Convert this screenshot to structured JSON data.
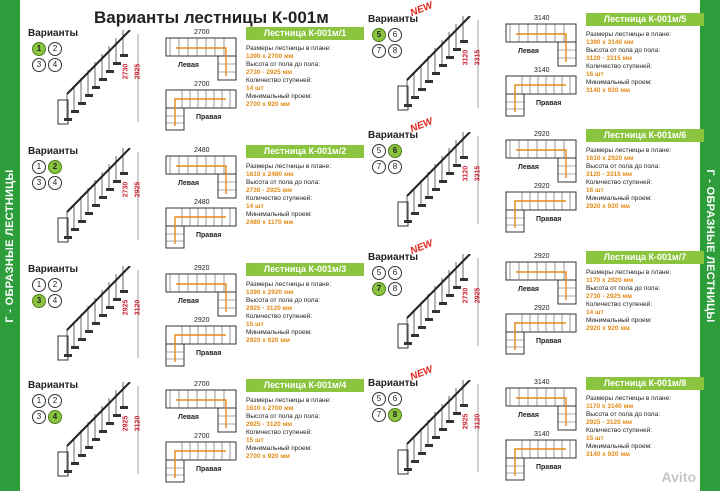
{
  "title": "Варианты лестницы К-001м",
  "side_text": "Г - ОБРАЗНЫЕ ЛЕСТНИЦЫ",
  "variants_label": "Варианты",
  "new_label": "NEW",
  "left_label": "Левая",
  "right_label": "Правая",
  "labels": {
    "size": "Размеры лестницы в плане:",
    "height": "Высота от пола до пола:",
    "steps": "Количество ступеней:",
    "opening": "Минимальный проем:"
  },
  "watermark": "Avito",
  "colors": {
    "green": "#8bc53f",
    "dark_green": "#2e9e3c",
    "orange": "#e38a16",
    "red": "#e2261c"
  },
  "models": [
    {
      "name": "Лестница К-001м/1",
      "circles": [
        "1",
        "2",
        "3",
        "4"
      ],
      "active": 0,
      "is_new": false,
      "size": "1390 x 2700 мм",
      "height": "2730 - 2925 мм",
      "steps": "14 шт",
      "opening": "2700 x 920 мм",
      "dim_top": "2700",
      "dim_bottom": "2700",
      "dim_h1": "2730",
      "dim_h2": "2925"
    },
    {
      "name": "Лестница К-001м/2",
      "circles": [
        "1",
        "2",
        "3",
        "4"
      ],
      "active": 1,
      "is_new": false,
      "size": "1610 x 2480 мм",
      "height": "2730 - 2925 мм",
      "steps": "14 шт",
      "opening": "2480 x 1170 мм",
      "dim_top": "2480",
      "dim_bottom": "2480",
      "dim_h1": "2730",
      "dim_h2": "2925"
    },
    {
      "name": "Лестница К-001м/3",
      "circles": [
        "1",
        "2",
        "3",
        "4"
      ],
      "active": 2,
      "is_new": false,
      "size": "1390 x 2920 мм",
      "height": "2925 - 3120 мм",
      "steps": "15 шт",
      "opening": "2920 x 920 мм",
      "dim_top": "2920",
      "dim_bottom": "2920",
      "dim_h1": "2925",
      "dim_h2": "3120"
    },
    {
      "name": "Лестница К-001м/4",
      "circles": [
        "1",
        "2",
        "3",
        "4"
      ],
      "active": 3,
      "is_new": false,
      "size": "1610 x 2700 мм",
      "height": "2925 - 3120 мм",
      "steps": "15 шт",
      "opening": "2700 x 920 мм",
      "dim_top": "2700",
      "dim_bottom": "2700",
      "dim_h1": "2925",
      "dim_h2": "3120"
    },
    {
      "name": "Лестница К-001м/5",
      "circles": [
        "5",
        "6",
        "7",
        "8"
      ],
      "active": 0,
      "is_new": true,
      "size": "1390 x 3140 мм",
      "height": "3120 - 3315 мм",
      "steps": "16 шт",
      "opening": "3140 x 920 мм",
      "dim_top": "3140",
      "dim_bottom": "3140",
      "dim_h1": "3120",
      "dim_h2": "3315"
    },
    {
      "name": "Лестница К-001м/6",
      "circles": [
        "5",
        "6",
        "7",
        "8"
      ],
      "active": 1,
      "is_new": true,
      "size": "1610 x 2920 мм",
      "height": "3120 - 3315 мм",
      "steps": "16 шт",
      "opening": "2920 x 920 мм",
      "dim_top": "2920",
      "dim_bottom": "2920",
      "dim_h1": "3120",
      "dim_h2": "3315"
    },
    {
      "name": "Лестница К-001м/7",
      "circles": [
        "5",
        "6",
        "7",
        "8"
      ],
      "active": 2,
      "is_new": true,
      "size": "1170 x 2920 мм",
      "height": "2730 - 2925 мм",
      "steps": "14 шт",
      "opening": "2920 x 920 мм",
      "dim_top": "2920",
      "dim_bottom": "2920",
      "dim_h1": "2730",
      "dim_h2": "2925"
    },
    {
      "name": "Лестница К-001м/8",
      "circles": [
        "5",
        "6",
        "7",
        "8"
      ],
      "active": 3,
      "is_new": true,
      "size": "1170 x 3140 мм",
      "height": "2925 - 3120 мм",
      "steps": "15 шт",
      "opening": "3140 x 920 мм",
      "dim_top": "3140",
      "dim_bottom": "3140",
      "dim_h1": "2925",
      "dim_h2": "3120"
    }
  ]
}
